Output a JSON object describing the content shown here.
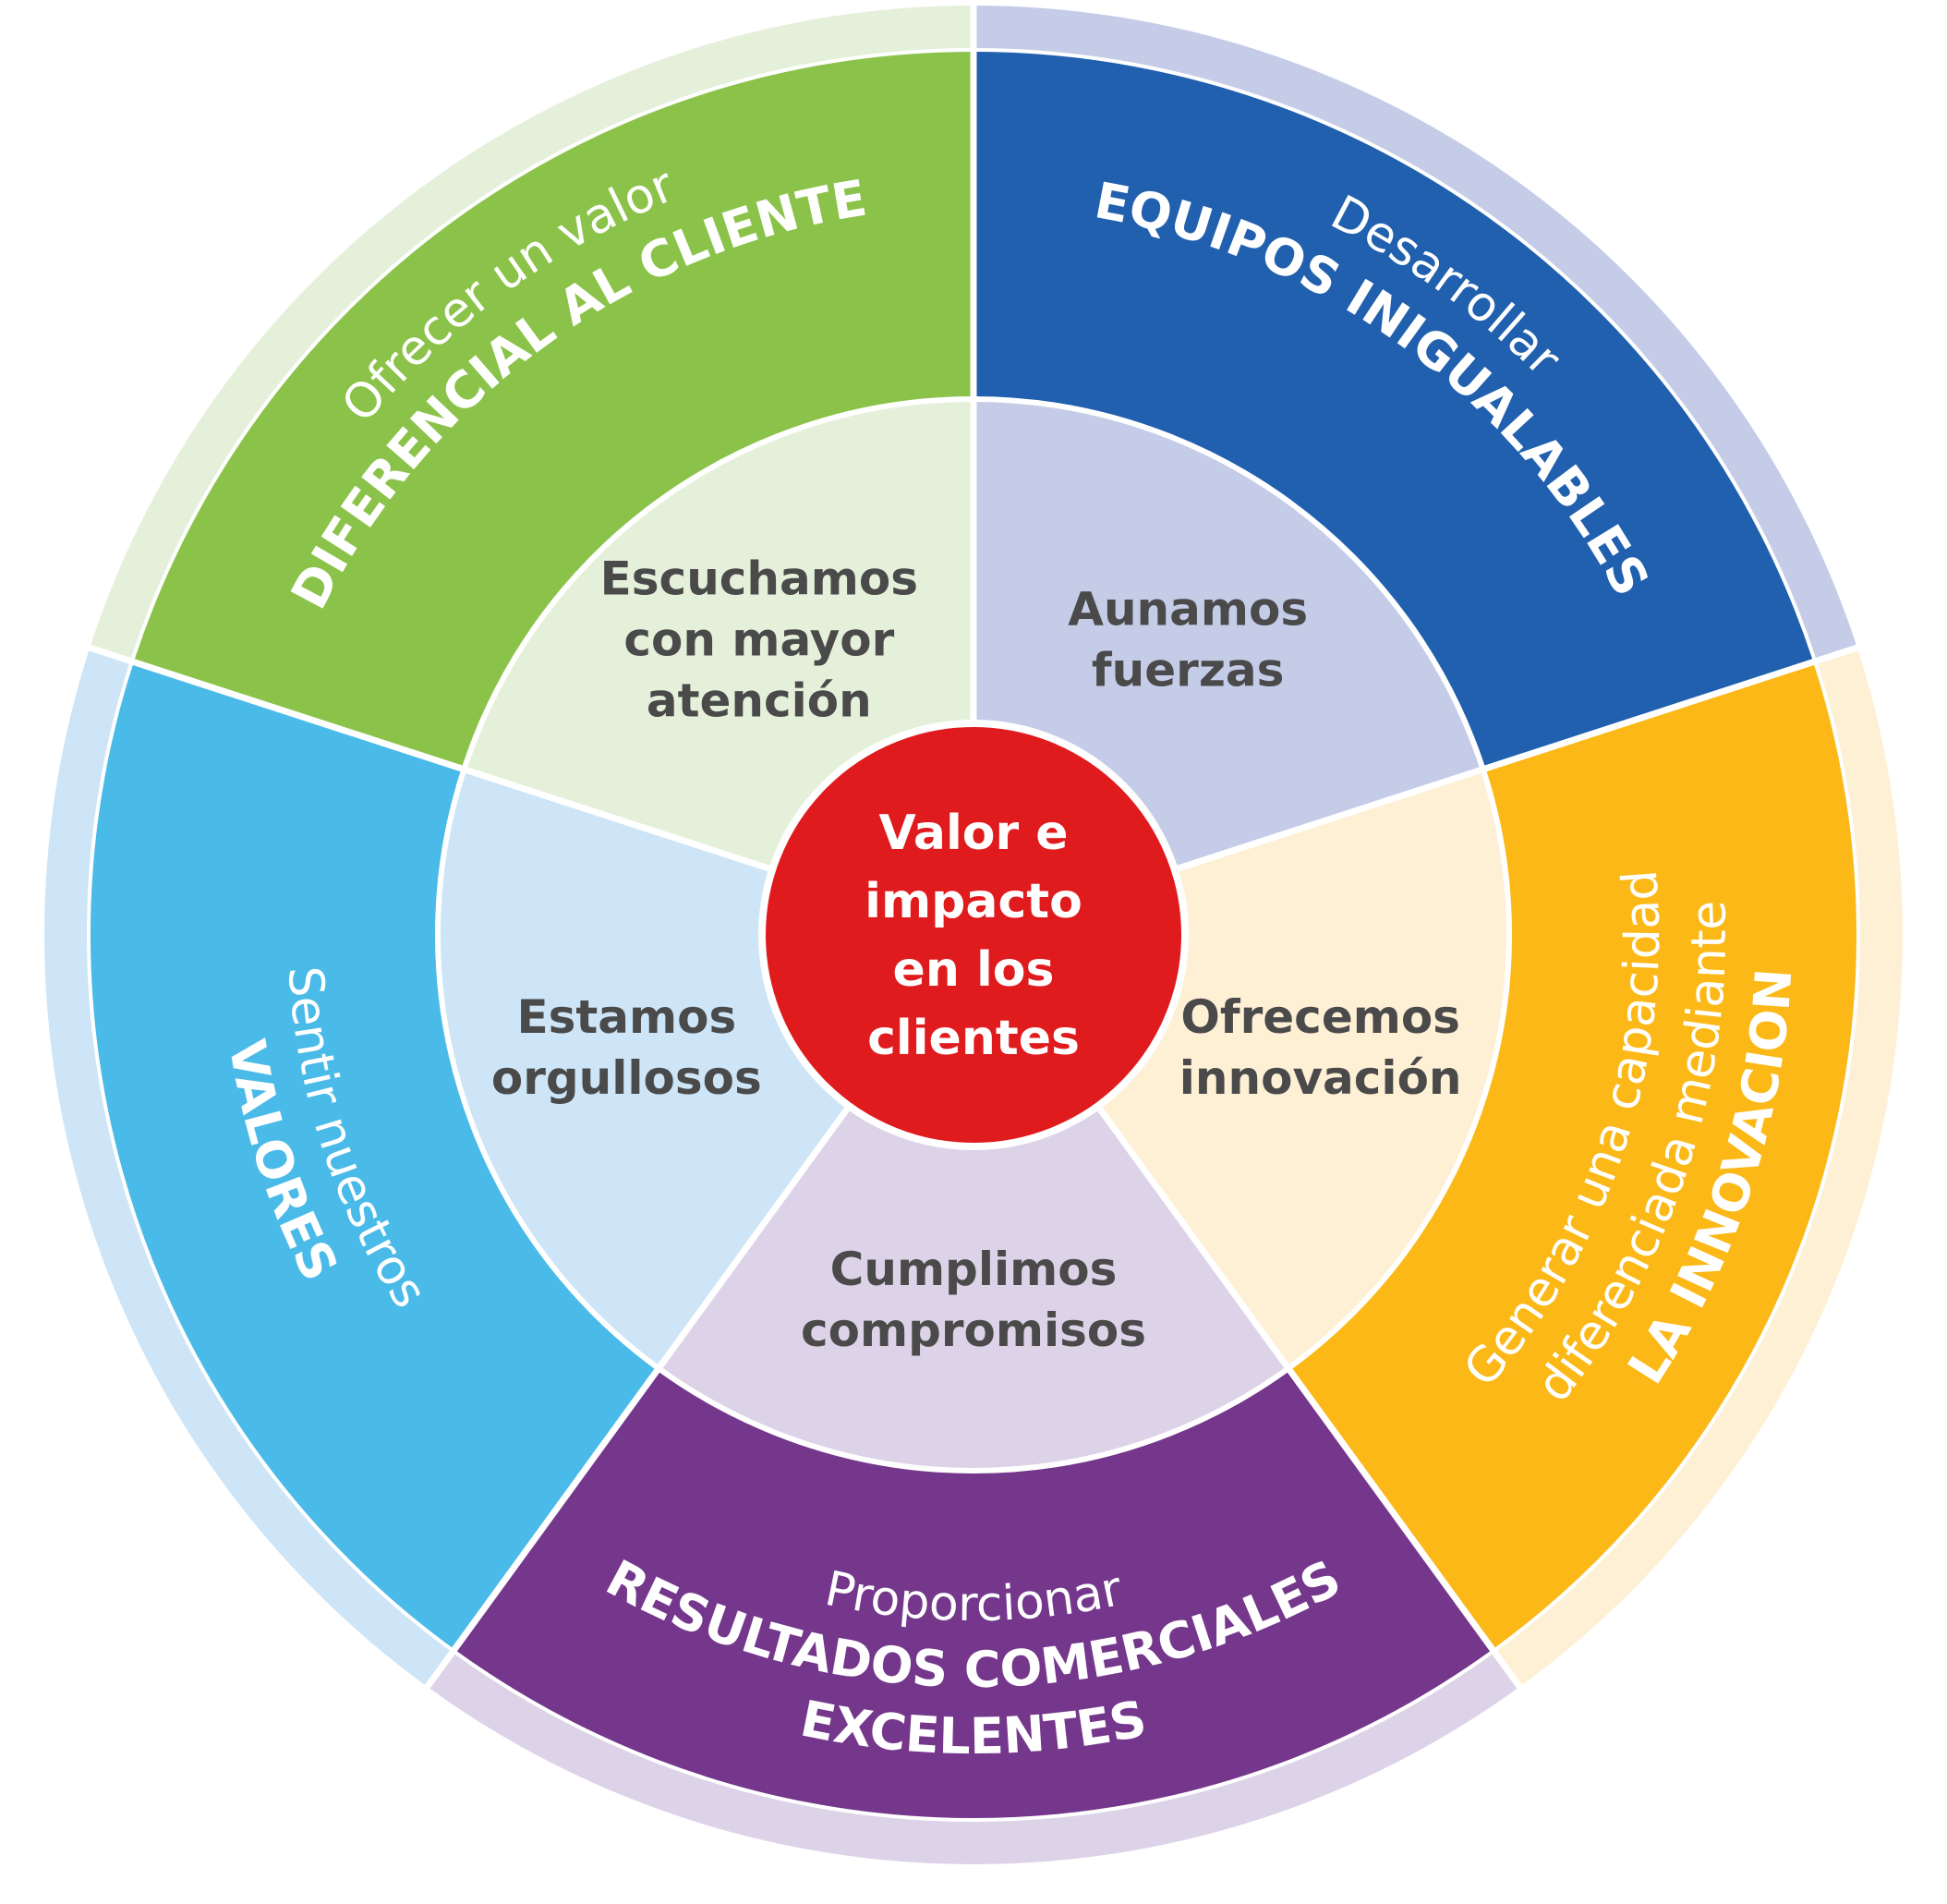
{
  "center": {
    "lines": [
      "Valor e",
      "impacto",
      "en los",
      "clientes"
    ],
    "color": "#E01B1E"
  },
  "segments": [
    {
      "id": "diferencial",
      "outer_lines": [
        "Ofrecer un valor",
        "DIFERENCIAL AL CLIENTE"
      ],
      "inner_lines": [
        "Escuchamos",
        "con mayor",
        "atención"
      ],
      "outer_color": "#8BC34A",
      "inner_color": "#E5F0DA",
      "rim_color": "#E5F0DA"
    },
    {
      "id": "equipos",
      "outer_lines": [
        "Desarrollar",
        "EQUIPOS INIGUALABLES"
      ],
      "inner_lines": [
        "Aunamos",
        "fuerzas"
      ],
      "outer_color": "#2060AE",
      "inner_color": "#C5CCE8",
      "rim_color": "#C5CCE8"
    },
    {
      "id": "innovacion",
      "outer_lines": [
        "Generar una capacidad",
        "diferenciada mediante",
        "LA INNOVACION"
      ],
      "inner_lines": [
        "Ofrecemos",
        "innovación"
      ],
      "outer_color": "#FBB817",
      "inner_color": "#FEF0D5",
      "rim_color": "#FEF0D5"
    },
    {
      "id": "resultados",
      "outer_lines": [
        "Proporcionar",
        "RESULTADOS COMERCIALES",
        "EXCELENTES"
      ],
      "inner_lines": [
        "Cumplimos",
        "compromisos"
      ],
      "outer_color": "#74378B",
      "inner_color": "#DDD3E8",
      "rim_color": "#DDD3E8"
    },
    {
      "id": "valores",
      "outer_lines": [
        "Sentir nuestros",
        "VALORES"
      ],
      "inner_lines": [
        "Estamos",
        "orgullosos"
      ],
      "outer_color": "#4ABAE8",
      "inner_color": "#CDE5F7",
      "rim_color": "#CDE5F7"
    }
  ],
  "inner_text_color": "#4A4A4A"
}
